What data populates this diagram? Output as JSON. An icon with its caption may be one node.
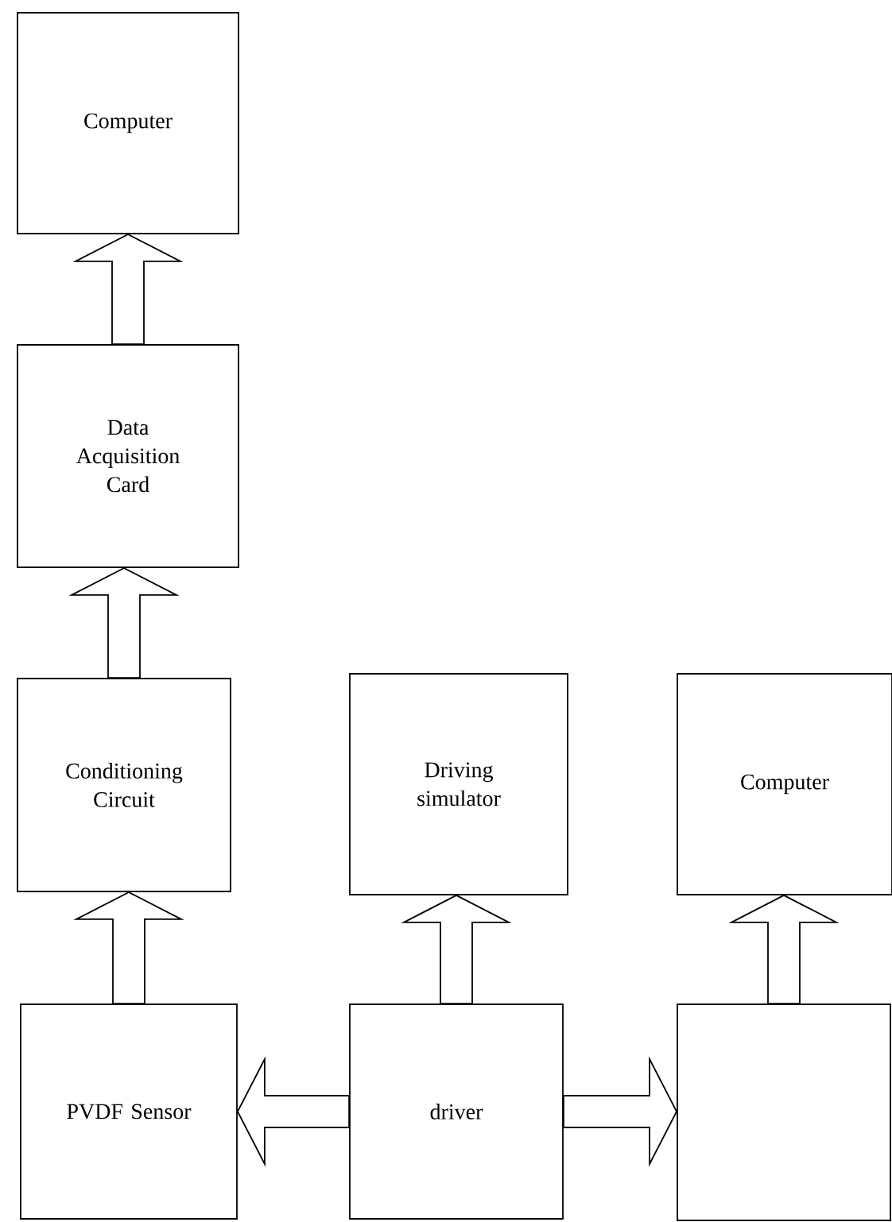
{
  "diagram": {
    "nodes": [
      {
        "text": [
          "Computer"
        ]
      },
      {
        "text": [
          "Data Acquisition Card"
        ]
      },
      {
        "text": [
          "Conditioning Circuit"
        ]
      },
      {
        "text": [
          "Driving simulator"
        ]
      },
      {
        "text": [
          "Computer"
        ]
      },
      {
        "text": [
          "PVDF Sensor"
        ]
      },
      {
        "text": [
          "driver"
        ]
      },
      {
        "text": [],
        "shape": "box"
      }
    ],
    "edges": [
      {
        "from": 1,
        "to": 0,
        "arrow": "to"
      },
      {
        "from": 2,
        "to": 1,
        "arrow": "to"
      },
      {
        "from": 5,
        "to": 2,
        "arrow": "to"
      },
      {
        "from": 6,
        "to": 3,
        "arrow": "to"
      },
      {
        "from": 7,
        "to": 4,
        "arrow": "to"
      },
      {
        "from": 6,
        "to": 5,
        "arrow": "to"
      },
      {
        "from": 6,
        "to": 7,
        "arrow": "to"
      }
    ]
  }
}
